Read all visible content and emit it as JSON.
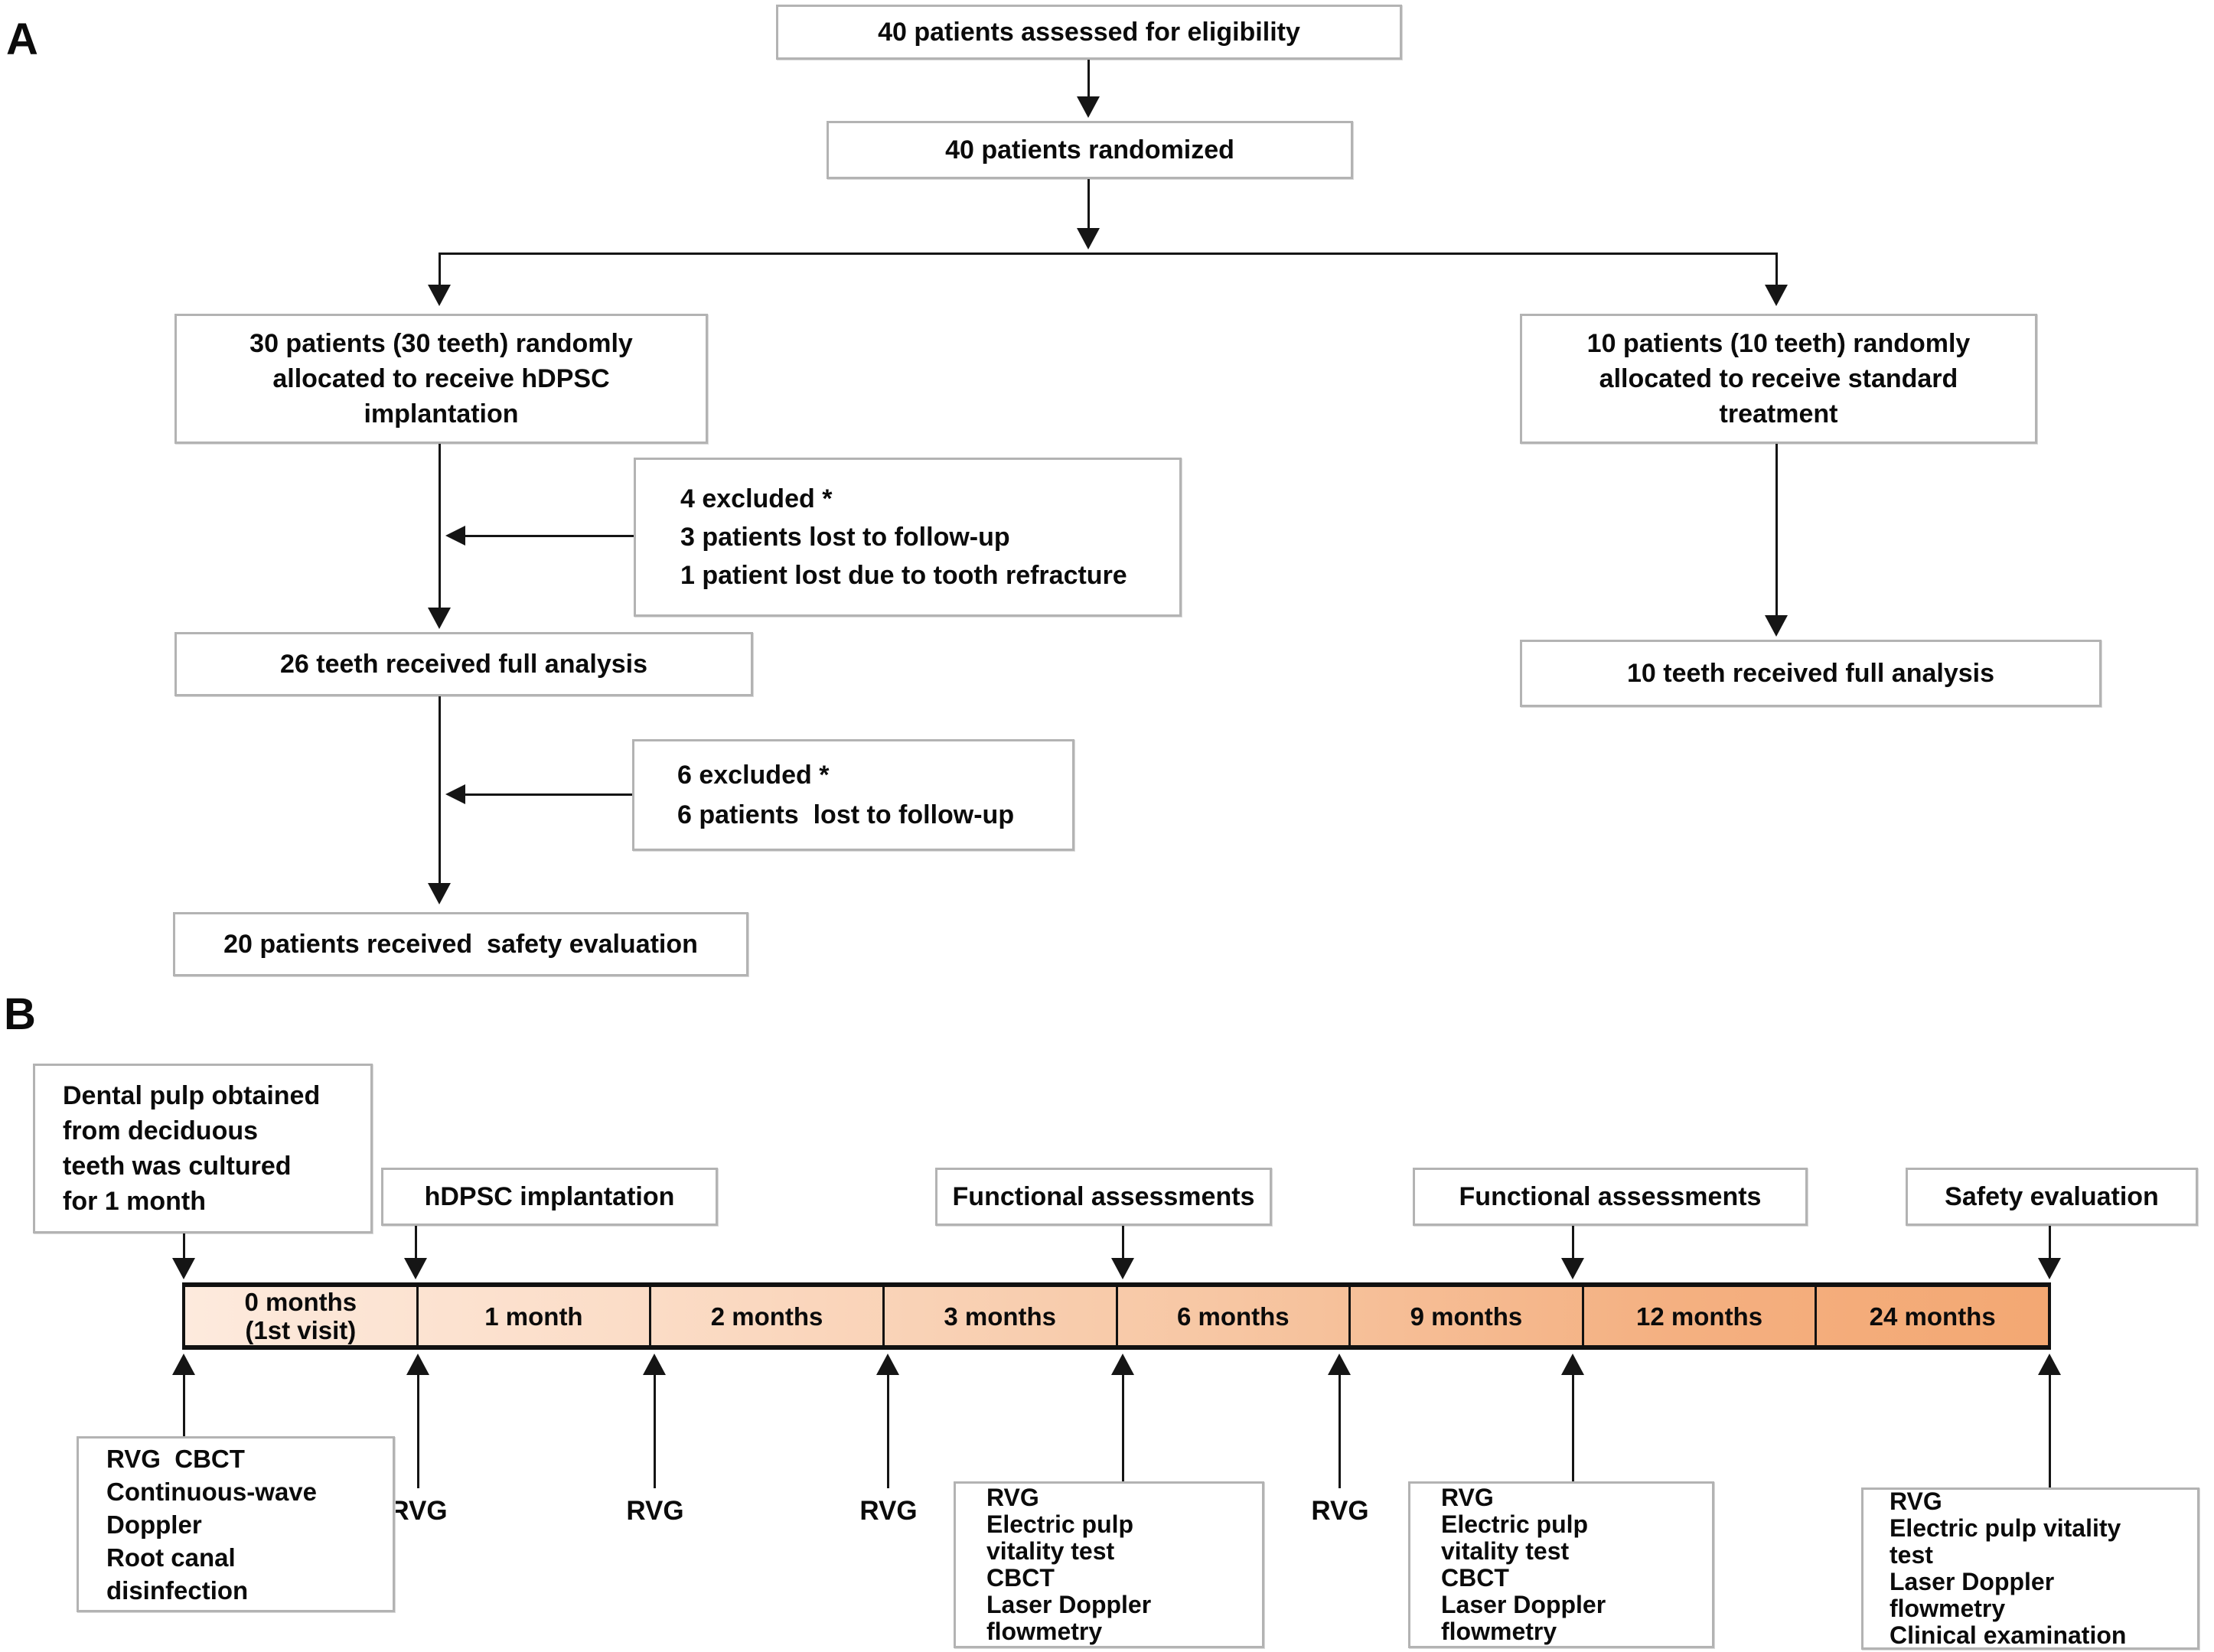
{
  "figure": {
    "panel_a_label": "A",
    "panel_b_label": "B"
  },
  "flowchart": {
    "eligibility": "40 patients assessed for eligibility",
    "randomized": "40 patients randomized",
    "arm_hdpsc": {
      "lines": [
        "30 patients (30 teeth) randomly",
        "allocated to receive hDPSC",
        "implantation"
      ]
    },
    "arm_standard": {
      "lines": [
        "10 patients (10 teeth) randomly",
        "allocated to receive standard",
        "treatment"
      ]
    },
    "excluded_4": {
      "lines": [
        "4 excluded *",
        "3 patients lost to follow-up",
        "1 patient lost due to tooth refracture"
      ]
    },
    "full_analysis_26": "26 teeth received full analysis",
    "full_analysis_10": "10 teeth received full analysis",
    "excluded_6": {
      "lines": [
        "6 excluded *",
        "6 patients  lost to follow-up"
      ]
    },
    "safety_20": "20 patients received  safety evaluation"
  },
  "timeline": {
    "event_boxes": {
      "dental_pulp": {
        "lines": [
          "Dental pulp obtained",
          "from deciduous",
          "teeth was cultured",
          "for 1 month"
        ]
      },
      "hdpsc_implantation": "hDPSC implantation",
      "functional_1": "Functional assessments",
      "functional_2": "Functional assessments",
      "safety": "Safety evaluation"
    },
    "segments": [
      {
        "label": "0 months",
        "sublabel": "(1st visit)"
      },
      {
        "label": "1 month",
        "sublabel": ""
      },
      {
        "label": "2 months",
        "sublabel": ""
      },
      {
        "label": "3 months",
        "sublabel": ""
      },
      {
        "label": "6 months",
        "sublabel": ""
      },
      {
        "label": "9 months",
        "sublabel": ""
      },
      {
        "label": "12 months",
        "sublabel": ""
      },
      {
        "label": "24 months",
        "sublabel": ""
      }
    ],
    "colors": {
      "bar_gradient_start": "#fce7da",
      "bar_gradient_end": "#f3a873",
      "bar_border": "#111111",
      "box_border": "#b3b3b3"
    },
    "rvg_labels": [
      "RVG",
      "RVG",
      "RVG",
      "RVG"
    ],
    "assessment_boxes": {
      "visit0": {
        "lines": [
          "RVG  CBCT",
          "Continuous-wave",
          "Doppler",
          "Root canal",
          "disinfection"
        ]
      },
      "month6": {
        "lines": [
          "RVG",
          "Electric pulp",
          "vitality test",
          "CBCT",
          "Laser Doppler",
          "flowmetry"
        ]
      },
      "month12": {
        "lines": [
          "RVG",
          "Electric pulp",
          "vitality test",
          "CBCT",
          "Laser Doppler",
          "flowmetry"
        ]
      },
      "month24": {
        "lines": [
          "RVG",
          "Electric pulp vitality",
          "test",
          "Laser Doppler",
          "flowmetry",
          "Clinical examination"
        ]
      }
    }
  }
}
